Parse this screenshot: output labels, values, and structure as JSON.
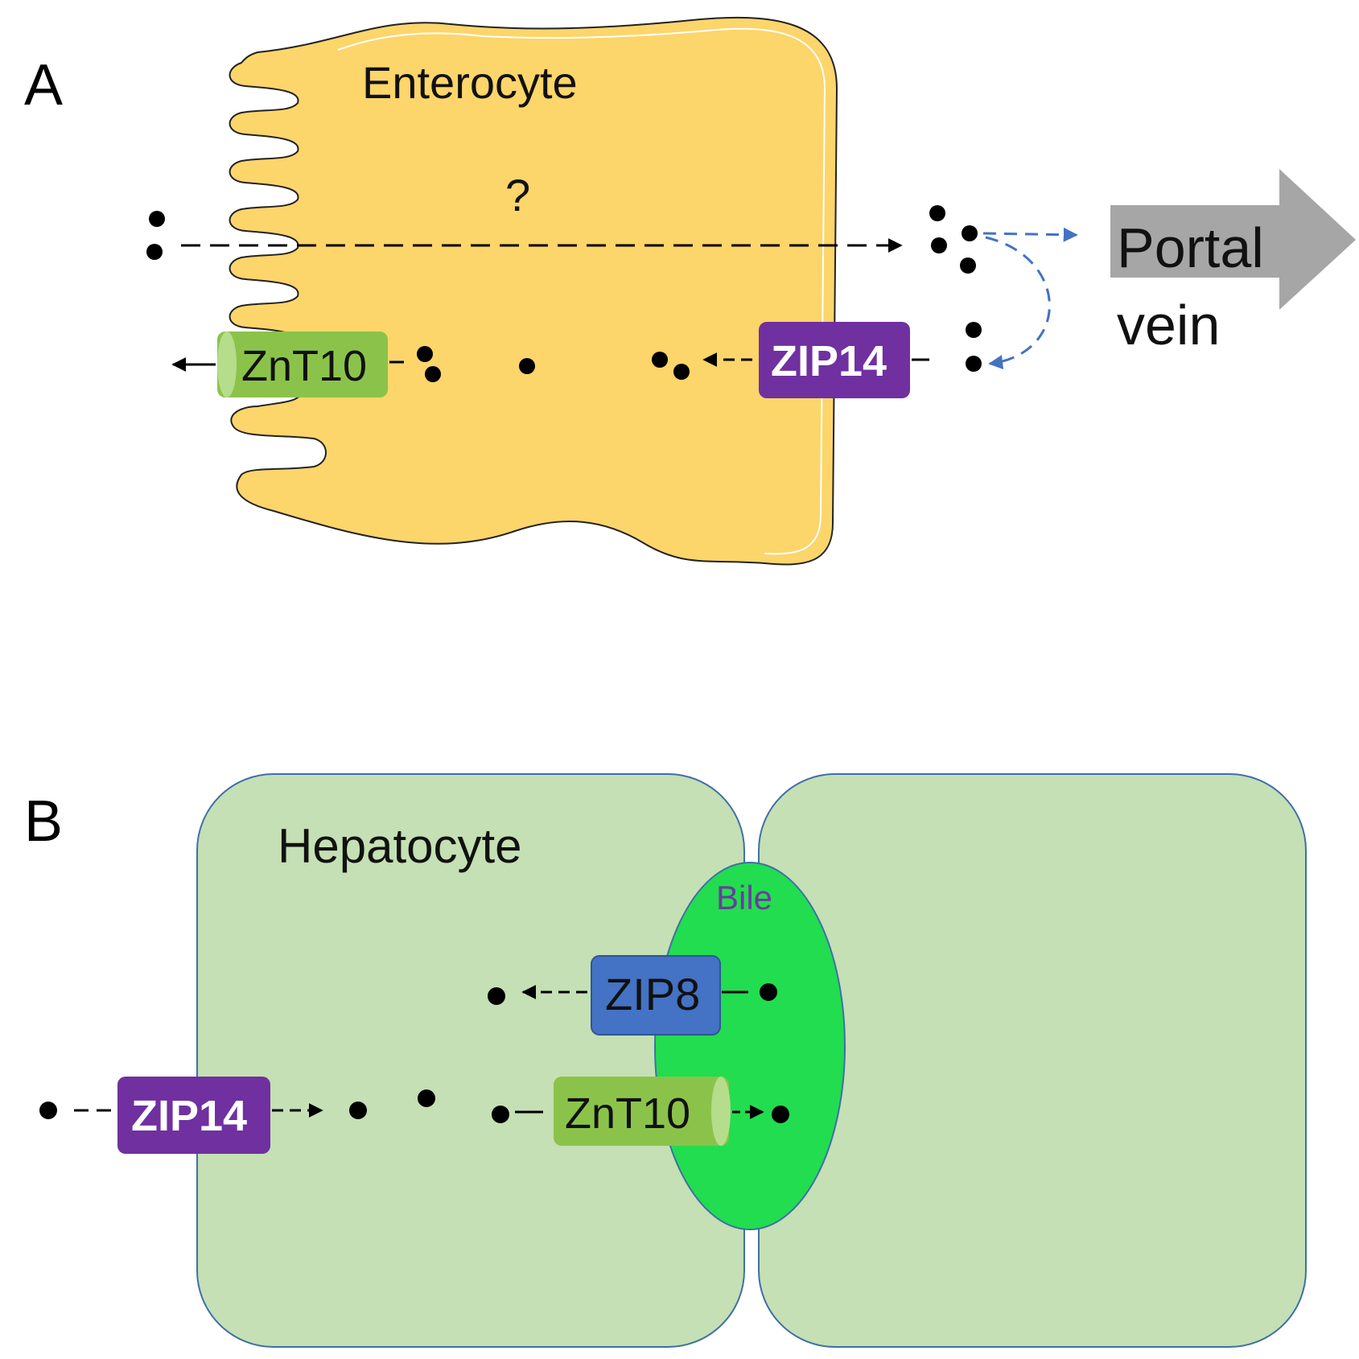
{
  "panel_a": {
    "letter": "A",
    "cell_label": "Enterocyte",
    "question": "?",
    "portal_line1": "Portal",
    "portal_line2": "vein",
    "znt10": "ZnT10",
    "zip14": "ZIP14"
  },
  "panel_b": {
    "letter": "B",
    "cell_label": "Hepatocyte",
    "bile": "Bile",
    "zip8": "ZIP8",
    "zip14": "ZIP14",
    "znt10": "ZnT10"
  },
  "colors": {
    "enterocyte_fill": "#fcd56b",
    "enterocyte_stroke": "#222222",
    "hepatocyte_fill": "#c5e0b4",
    "hepatocyte_stroke": "#3f6fa8",
    "bile_fill": "#22dd4f",
    "znt10": "#8bc34a",
    "zip14": "#7030a0",
    "zip8": "#4472c4",
    "portal_arrow": "#a6a6a6",
    "blue_arrow": "#4472c4",
    "bile_text": "#6a3d9a"
  }
}
